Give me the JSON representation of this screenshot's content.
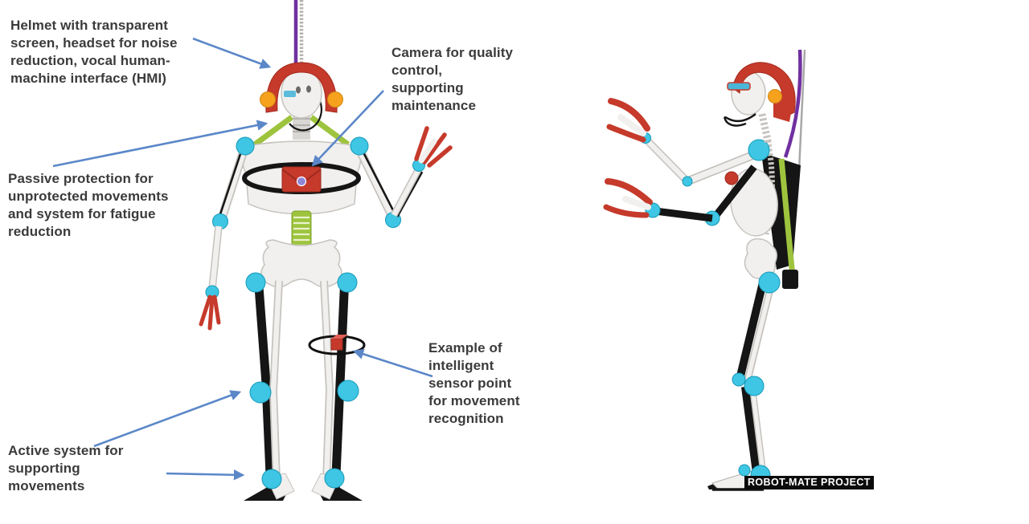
{
  "colors": {
    "arrow": "#5b87c8",
    "label_text": "#3b3b3b",
    "red": "#c63a2b",
    "red_dark": "#9c2a1f",
    "orange": "#f6a21d",
    "cyan": "#3ec6e4",
    "cyan_dark": "#1899b8",
    "green": "#9ec43e",
    "green_dark": "#7da32b",
    "purple": "#7030a0",
    "bone": "#f1f0ee",
    "bone_edge": "#c6c3bf",
    "dark": "#151515",
    "lens": "#8f86d8",
    "caption_bg": "#0b0b0b",
    "caption_text": "#ffffff",
    "canvas_bg": "#ffffff"
  },
  "annotations": {
    "helmet": {
      "text": "Helmet with transparent\nscreen, headset for noise\nreduction, vocal human-\nmachine interface (HMI)"
    },
    "camera": {
      "text": "Camera for quality\ncontrol,\nsupporting\nmaintenance"
    },
    "passive": {
      "text": "Passive protection for\nunprotected movements\nand system for fatigue\nreduction"
    },
    "sensor": {
      "text": "Example of\nintelligent\nsensor point\nfor movement\nrecognition"
    },
    "active": {
      "text": "Active system for\nsupporting\nmovements"
    }
  },
  "caption": {
    "text": "ROBOT-MATE PROJECT"
  }
}
